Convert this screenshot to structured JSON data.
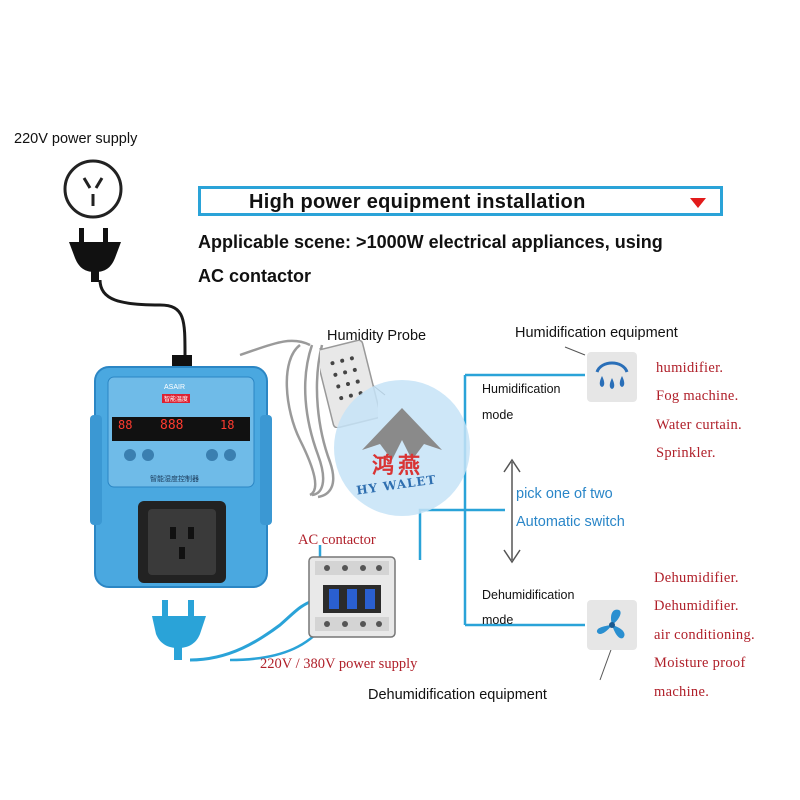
{
  "header": {
    "title": "High power equipment installation",
    "scene_line1": "Applicable scene: >1000W electrical appliances, using",
    "scene_line2": "AC contactor"
  },
  "labels": {
    "power_supply_top": "220V power supply",
    "humidity_probe": "Humidity Probe",
    "ac_contactor": "AC contactor",
    "power_supply_bottom": "220V / 380V power supply",
    "humidification_equipment": "Humidification equipment",
    "dehumidification_equipment": "Dehumidification equipment",
    "humidification_mode_1": "Humidification",
    "humidification_mode_2": "mode",
    "dehumidification_mode_1": "Dehumidification",
    "dehumidification_mode_2": "mode",
    "pick_one": "pick one of two",
    "auto_switch": "Automatic switch"
  },
  "humidifiers": [
    "humidifier.",
    "Fog machine.",
    "Water curtain.",
    "Sprinkler."
  ],
  "dehumidifiers": [
    "Dehumidifier.",
    "Dehumidifier.",
    "air conditioning.",
    "Moisture proof",
    "machine."
  ],
  "controller": {
    "brand": "ASAIR",
    "badge": "智能温度",
    "display_left": "88",
    "display_center": "888",
    "display_right": "18",
    "name": "智能湿度控制器"
  },
  "watermark": {
    "chinese": "鸿燕",
    "english": "HY WALET"
  },
  "colors": {
    "accent": "#2aa3d8",
    "controller_body": "#4aa8e0",
    "red_text": "#b0202a",
    "arrow": "#e21b1b"
  }
}
